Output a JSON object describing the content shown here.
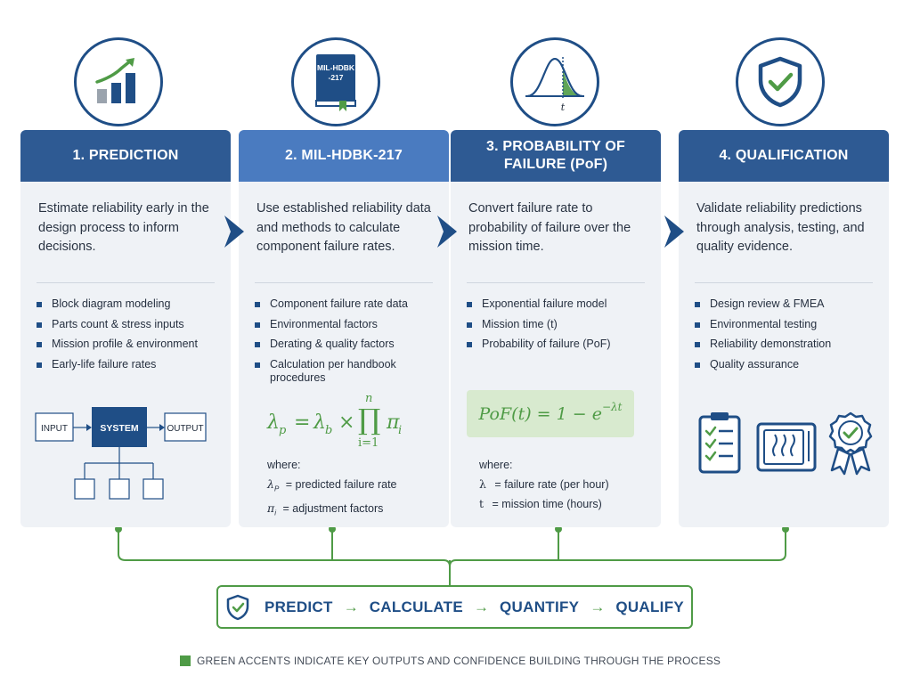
{
  "cards": [
    {
      "title": "1. PREDICTION",
      "description": "Estimate reliability early in the design process to inform decisions.",
      "bullets": [
        "Block diagram modeling",
        "Parts count & stress inputs",
        "Mission profile & environment",
        "Early-life failure rates"
      ],
      "diagram": {
        "input": "INPUT",
        "system": "SYSTEM",
        "output": "OUTPUT"
      }
    },
    {
      "title": "2. MIL-HDBK-217",
      "book_label": "MIL-HDBK\n-217",
      "description": "Use established reliability data and methods to calculate component failure rates.",
      "bullets": [
        "Component failure rate data",
        "Environmental factors",
        "Derating & quality factors",
        "Calculation per handbook procedures"
      ],
      "formula": {
        "lhs": "λ",
        "lhs_sub": "p",
        "eq": "=",
        "rhs": "λ",
        "rhs_sub": "b",
        "times": "×",
        "prod": "∏",
        "prod_upper": "n",
        "prod_lower": "i=1",
        "factor": "π",
        "factor_sub": "i"
      },
      "where_label": "where:",
      "where": [
        {
          "sym": "λ",
          "sub": "P",
          "text": "= predicted failure rate"
        },
        {
          "sym": "π",
          "sub": "i",
          "text": "= adjustment factors"
        }
      ]
    },
    {
      "title": "3. PROBABILITY OF FAILURE (PoF)",
      "curve_label": "t",
      "description": "Convert failure rate to probability of failure over the mission time.",
      "bullets": [
        "Exponential failure model",
        "Mission time (t)",
        "Probability of failure (PoF)"
      ],
      "formula": {
        "base": "PoF(t) = 1 − e",
        "exponent": "−λt"
      },
      "where_label": "where:",
      "where": [
        {
          "sym": "λ",
          "text": "= failure rate (per hour)"
        },
        {
          "sym": "t",
          "text": "= mission time (hours)"
        }
      ]
    },
    {
      "title": "4. QUALIFICATION",
      "description": "Validate reliability predictions through analysis, testing, and quality evidence.",
      "bullets": [
        "Design review & FMEA",
        "Environmental testing",
        "Reliability demonstration",
        "Quality assurance"
      ]
    }
  ],
  "summary": {
    "steps": [
      "PREDICT",
      "CALCULATE",
      "QUANTIFY",
      "QUALIFY"
    ],
    "arrow": "→"
  },
  "legend": "GREEN ACCENTS INDICATE KEY OUTPUTS AND CONFIDENCE BUILDING THROUGH THE PROCESS",
  "colors": {
    "dark_blue": "#1f4e86",
    "header_dark": "#2e5a93",
    "header_light": "#4a7bc0",
    "green": "#4f9b46",
    "card_bg": "#eff2f6"
  },
  "icons": [
    "chart-growth-icon",
    "handbook-icon",
    "distribution-curve-icon",
    "shield-check-icon",
    "checklist-icon",
    "test-chamber-icon",
    "award-badge-icon",
    "shield-icon"
  ]
}
